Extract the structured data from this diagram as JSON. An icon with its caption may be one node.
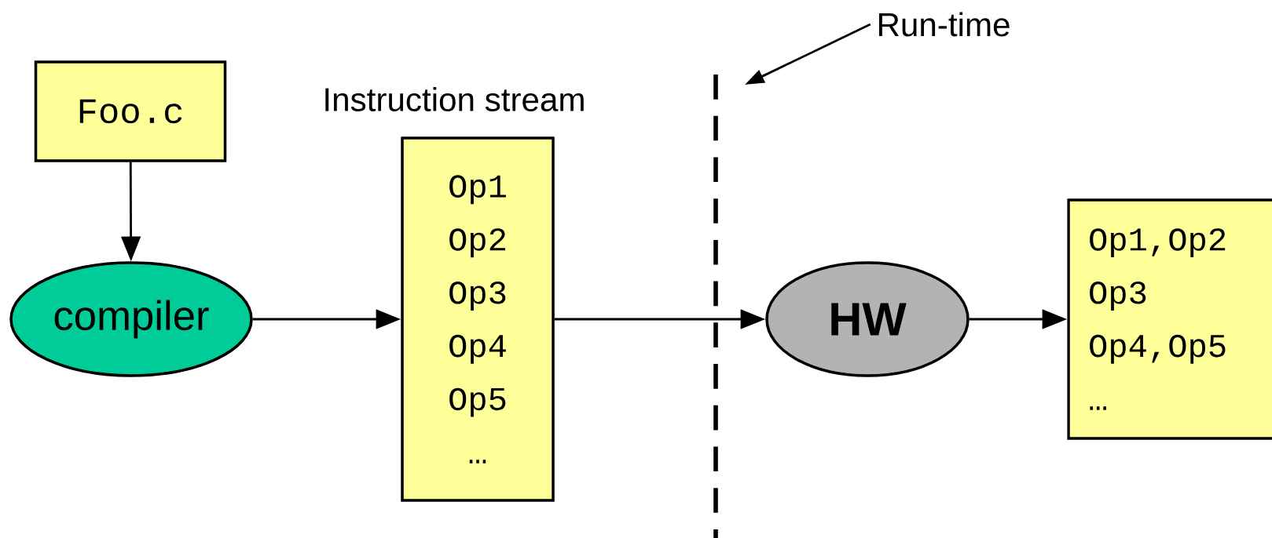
{
  "diagram": {
    "nodes": [
      {
        "text": [
          "Foo.c"
        ]
      },
      {
        "text": [
          "compiler"
        ]
      },
      {
        "text": [
          "Instruction stream",
          "Op1",
          "Op2",
          "Op3",
          "Op4",
          "Op5",
          "…"
        ]
      },
      {
        "text": [
          "Run-time"
        ]
      },
      {
        "text": [
          "HW"
        ]
      },
      {
        "text": [
          "Op1,Op2",
          "Op3",
          "Op4,Op5",
          "…"
        ]
      }
    ],
    "edges": [
      {
        "from": 0,
        "to": 1,
        "arrow": "to"
      },
      {
        "from": 1,
        "to": 2,
        "arrow": "to"
      },
      {
        "from": 2,
        "to": 4,
        "arrow": "to"
      },
      {
        "from": 4,
        "to": 5,
        "arrow": "to"
      },
      {
        "from": 3,
        "to": null,
        "arrow": "to"
      }
    ]
  }
}
